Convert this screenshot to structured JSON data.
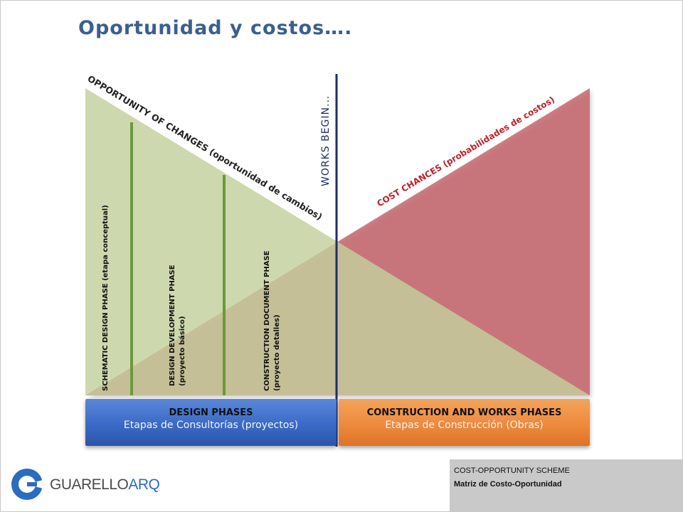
{
  "title": "Oportunidad y costos….",
  "diagram": {
    "works_begin": "WORKS BEGIN...",
    "opportunity_label": "OPPORTUNITY OF CHANGES (oportunidad de cambios)",
    "cost_label": "COST CHANCES (probabilidades de costos)",
    "phases": [
      {
        "label": "SCHEMATIC DESIGN PHASE (etapa conceptual)",
        "sublabel": ""
      },
      {
        "label": "DESIGN DEVELOPMENT PHASE",
        "sublabel": "(proyecto básico)"
      },
      {
        "label": "CONSTRUCTION DOCUMENT PHASE",
        "sublabel": "(proyecto detalles)"
      }
    ],
    "colors": {
      "opportunity": "#c3d09c",
      "cost": "#c05a62",
      "divider": "#1e2d6b",
      "phase_line": "#6a9a3a",
      "cost_text": "#c0202a",
      "opportunity_text": "#222222"
    }
  },
  "bars": {
    "design": {
      "title": "DESIGN PHASES",
      "subtitle": "Etapas de Consultorías (proyectos)",
      "color": "#3a6ac6"
    },
    "construction": {
      "title": "CONSTRUCTION AND WORKS PHASES",
      "subtitle": "Etapas de Construcción (Obras)",
      "color": "#ee8a3e"
    }
  },
  "logo": {
    "text_main": "GUARELLO",
    "text_accent": "ARQ"
  },
  "infobox": {
    "line1": "COST-OPPORTUNITY  SCHEME",
    "line2": "Matriz de Costo-Oportunidad"
  }
}
